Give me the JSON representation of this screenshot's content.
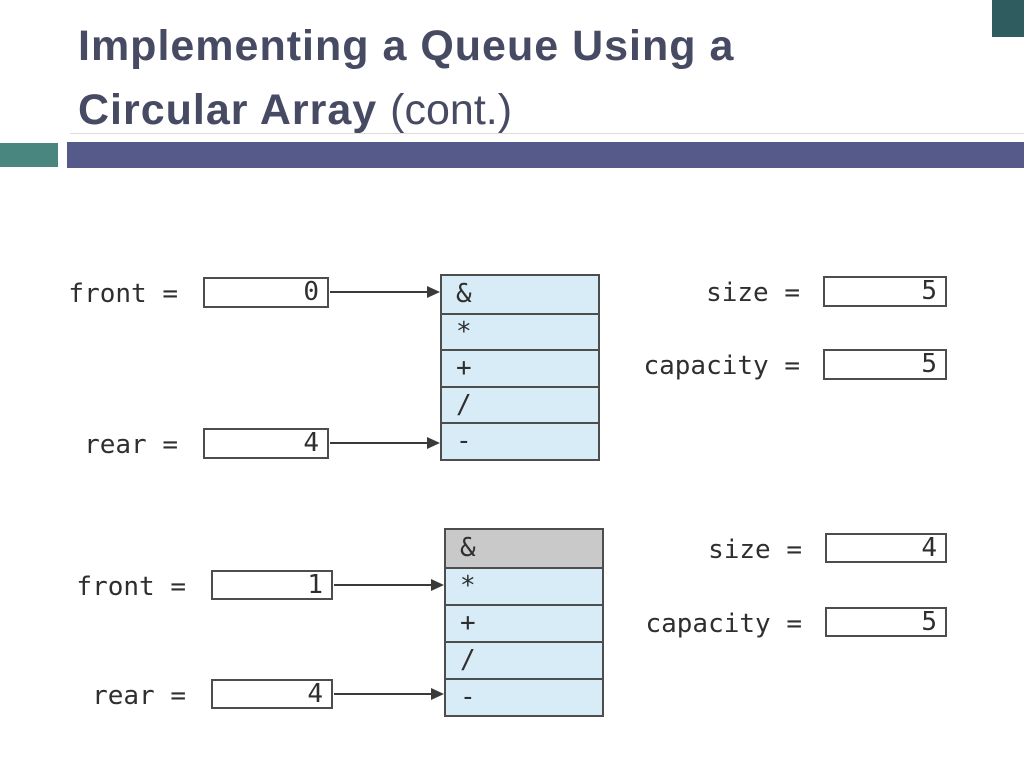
{
  "title": {
    "line1_bold": "Implementing a Queue Using a",
    "line2_bold": "Circular Array ",
    "line2_suffix": "(cont.)"
  },
  "colors": {
    "title_text": "#474a63",
    "accent_bar_purple": "#565a8a",
    "accent_bar_teal": "#4a8680",
    "corner_tab_teal": "#2e5c5f",
    "cell_fill_blue": "#d7ecf7",
    "cell_fill_removed_gray": "#c9c9c9",
    "diagram_ink": "#2f2f2f"
  },
  "diagrams": [
    {
      "front": {
        "label": "front =",
        "value": "0"
      },
      "rear": {
        "label": "rear =",
        "value": "4"
      },
      "size": {
        "label": "size =",
        "value": "5"
      },
      "capacity": {
        "label": "capacity =",
        "value": "5"
      },
      "cells": [
        {
          "value": "&",
          "state": "occupied"
        },
        {
          "value": "*",
          "state": "occupied"
        },
        {
          "value": "+",
          "state": "occupied"
        },
        {
          "value": "/",
          "state": "occupied"
        },
        {
          "value": "-",
          "state": "occupied"
        }
      ]
    },
    {
      "front": {
        "label": "front =",
        "value": "1"
      },
      "rear": {
        "label": "rear =",
        "value": "4"
      },
      "size": {
        "label": "size =",
        "value": "4"
      },
      "capacity": {
        "label": "capacity =",
        "value": "5"
      },
      "cells": [
        {
          "value": "&",
          "state": "removed"
        },
        {
          "value": "*",
          "state": "occupied"
        },
        {
          "value": "+",
          "state": "occupied"
        },
        {
          "value": "/",
          "state": "occupied"
        },
        {
          "value": "-",
          "state": "occupied"
        }
      ]
    }
  ]
}
